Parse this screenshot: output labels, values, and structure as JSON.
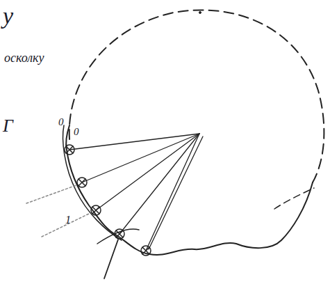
{
  "diagram": {
    "labels": [
      "у",
      "осколку",
      "Г",
      "0",
      "0",
      "1"
    ]
  }
}
